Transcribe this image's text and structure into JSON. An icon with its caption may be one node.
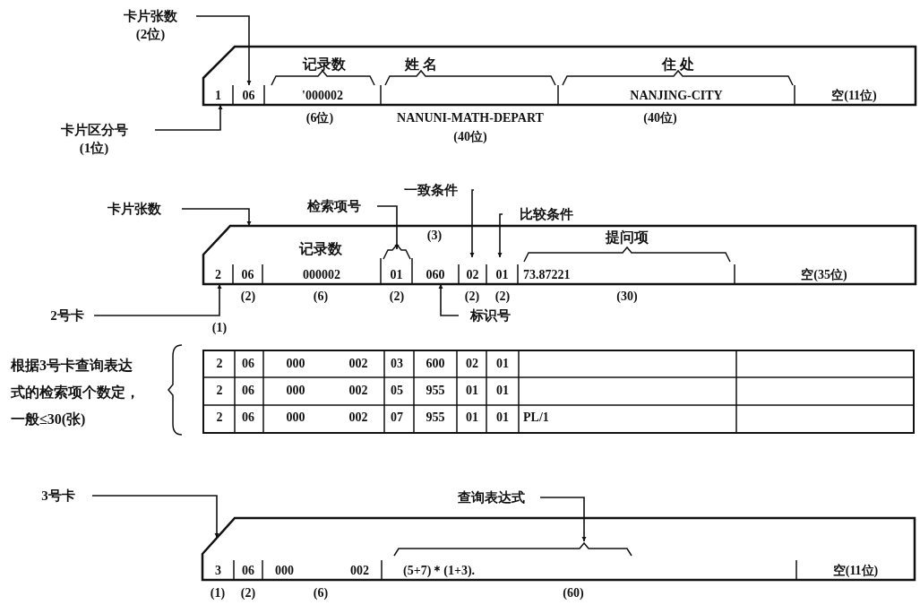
{
  "diagram": {
    "nodes": [
      {
        "text": [
          "卡片张数",
          "(2位)"
        ]
      },
      {
        "text": [],
        "shape": "card"
      },
      {
        "text": [
          "1"
        ],
        "in": 1
      },
      {
        "text": [
          "06"
        ],
        "in": 1
      },
      {
        "text": [
          "'000002"
        ],
        "in": 1
      },
      {
        "text": [
          "NANJING-CITY"
        ],
        "in": 1
      },
      {
        "text": [
          "空(11位)"
        ],
        "in": 1
      },
      {
        "text": [
          "卡片区分号",
          "(1位)"
        ]
      },
      {
        "text": [
          "卡片张数"
        ]
      },
      {
        "text": [],
        "shape": "card"
      },
      {
        "text": [
          "2"
        ],
        "in": 9
      },
      {
        "text": [
          "06"
        ],
        "in": 9
      },
      {
        "text": [
          "000002"
        ],
        "in": 9
      },
      {
        "text": [
          "01"
        ],
        "in": 9
      },
      {
        "text": [
          "060"
        ],
        "in": 9
      },
      {
        "text": [
          "02"
        ],
        "in": 9
      },
      {
        "text": [
          "01"
        ],
        "in": 9
      },
      {
        "text": [
          "73.87221"
        ],
        "in": 9
      },
      {
        "text": [
          "空(35位)"
        ],
        "in": 9
      },
      {
        "text": [
          "检索项号"
        ]
      },
      {
        "text": [
          "一致条件"
        ]
      },
      {
        "text": [
          "比较条件"
        ]
      },
      {
        "text": [
          "标识号"
        ]
      },
      {
        "text": [
          "2号卡"
        ]
      },
      {
        "text": [
          "查询表达式"
        ]
      },
      {
        "text": [],
        "shape": "card"
      },
      {
        "text": [
          "3"
        ],
        "in": 25
      },
      {
        "text": [
          "06"
        ],
        "in": 25
      },
      {
        "text": [
          "000",
          "002"
        ],
        "in": 25
      },
      {
        "text": [
          "(5+7)＊(1+3)."
        ],
        "in": 25
      },
      {
        "text": [
          "空(11位)"
        ],
        "in": 25
      },
      {
        "text": [
          "3号卡"
        ]
      }
    ],
    "edges": [
      {
        "from": 0,
        "to": 3,
        "arrow": "to"
      },
      {
        "from": 7,
        "to": 2,
        "arrow": "to"
      },
      {
        "from": 8,
        "to": 9,
        "arrow": "to"
      },
      {
        "from": 19,
        "to": 13,
        "arrow": "to"
      },
      {
        "from": 20,
        "to": 15,
        "arrow": "to"
      },
      {
        "from": 21,
        "to": 16,
        "arrow": "to"
      },
      {
        "from": 22,
        "to": 14,
        "arrow": "to"
      },
      {
        "from": 23,
        "to": 10,
        "arrow": "to"
      },
      {
        "from": 24,
        "to": 29,
        "arrow": "to"
      },
      {
        "from": 31,
        "to": 26,
        "arrow": "to"
      }
    ],
    "labels": [
      "记录数",
      "姓  名",
      "住  处",
      "(6位)",
      "NANUNI-MATH-DEPART",
      "(40位)",
      "(40位)",
      "(3)",
      "记录数",
      "提问项",
      "(2)",
      "(6)",
      "(2)",
      "(2)",
      "(2)",
      "(30)",
      "(1)",
      "根据3号卡查询表达式的检索项个数定，一般≤30(张)",
      "2",
      "06",
      "000",
      "002",
      "03",
      "600",
      "02",
      "01",
      "2",
      "06",
      "000",
      "002",
      "05",
      "955",
      "01",
      "01",
      "2",
      "06",
      "000",
      "002",
      "07",
      "955",
      "01",
      "01",
      "PL/1",
      "(1)",
      "(2)",
      "(6)",
      "(60)"
    ]
  }
}
